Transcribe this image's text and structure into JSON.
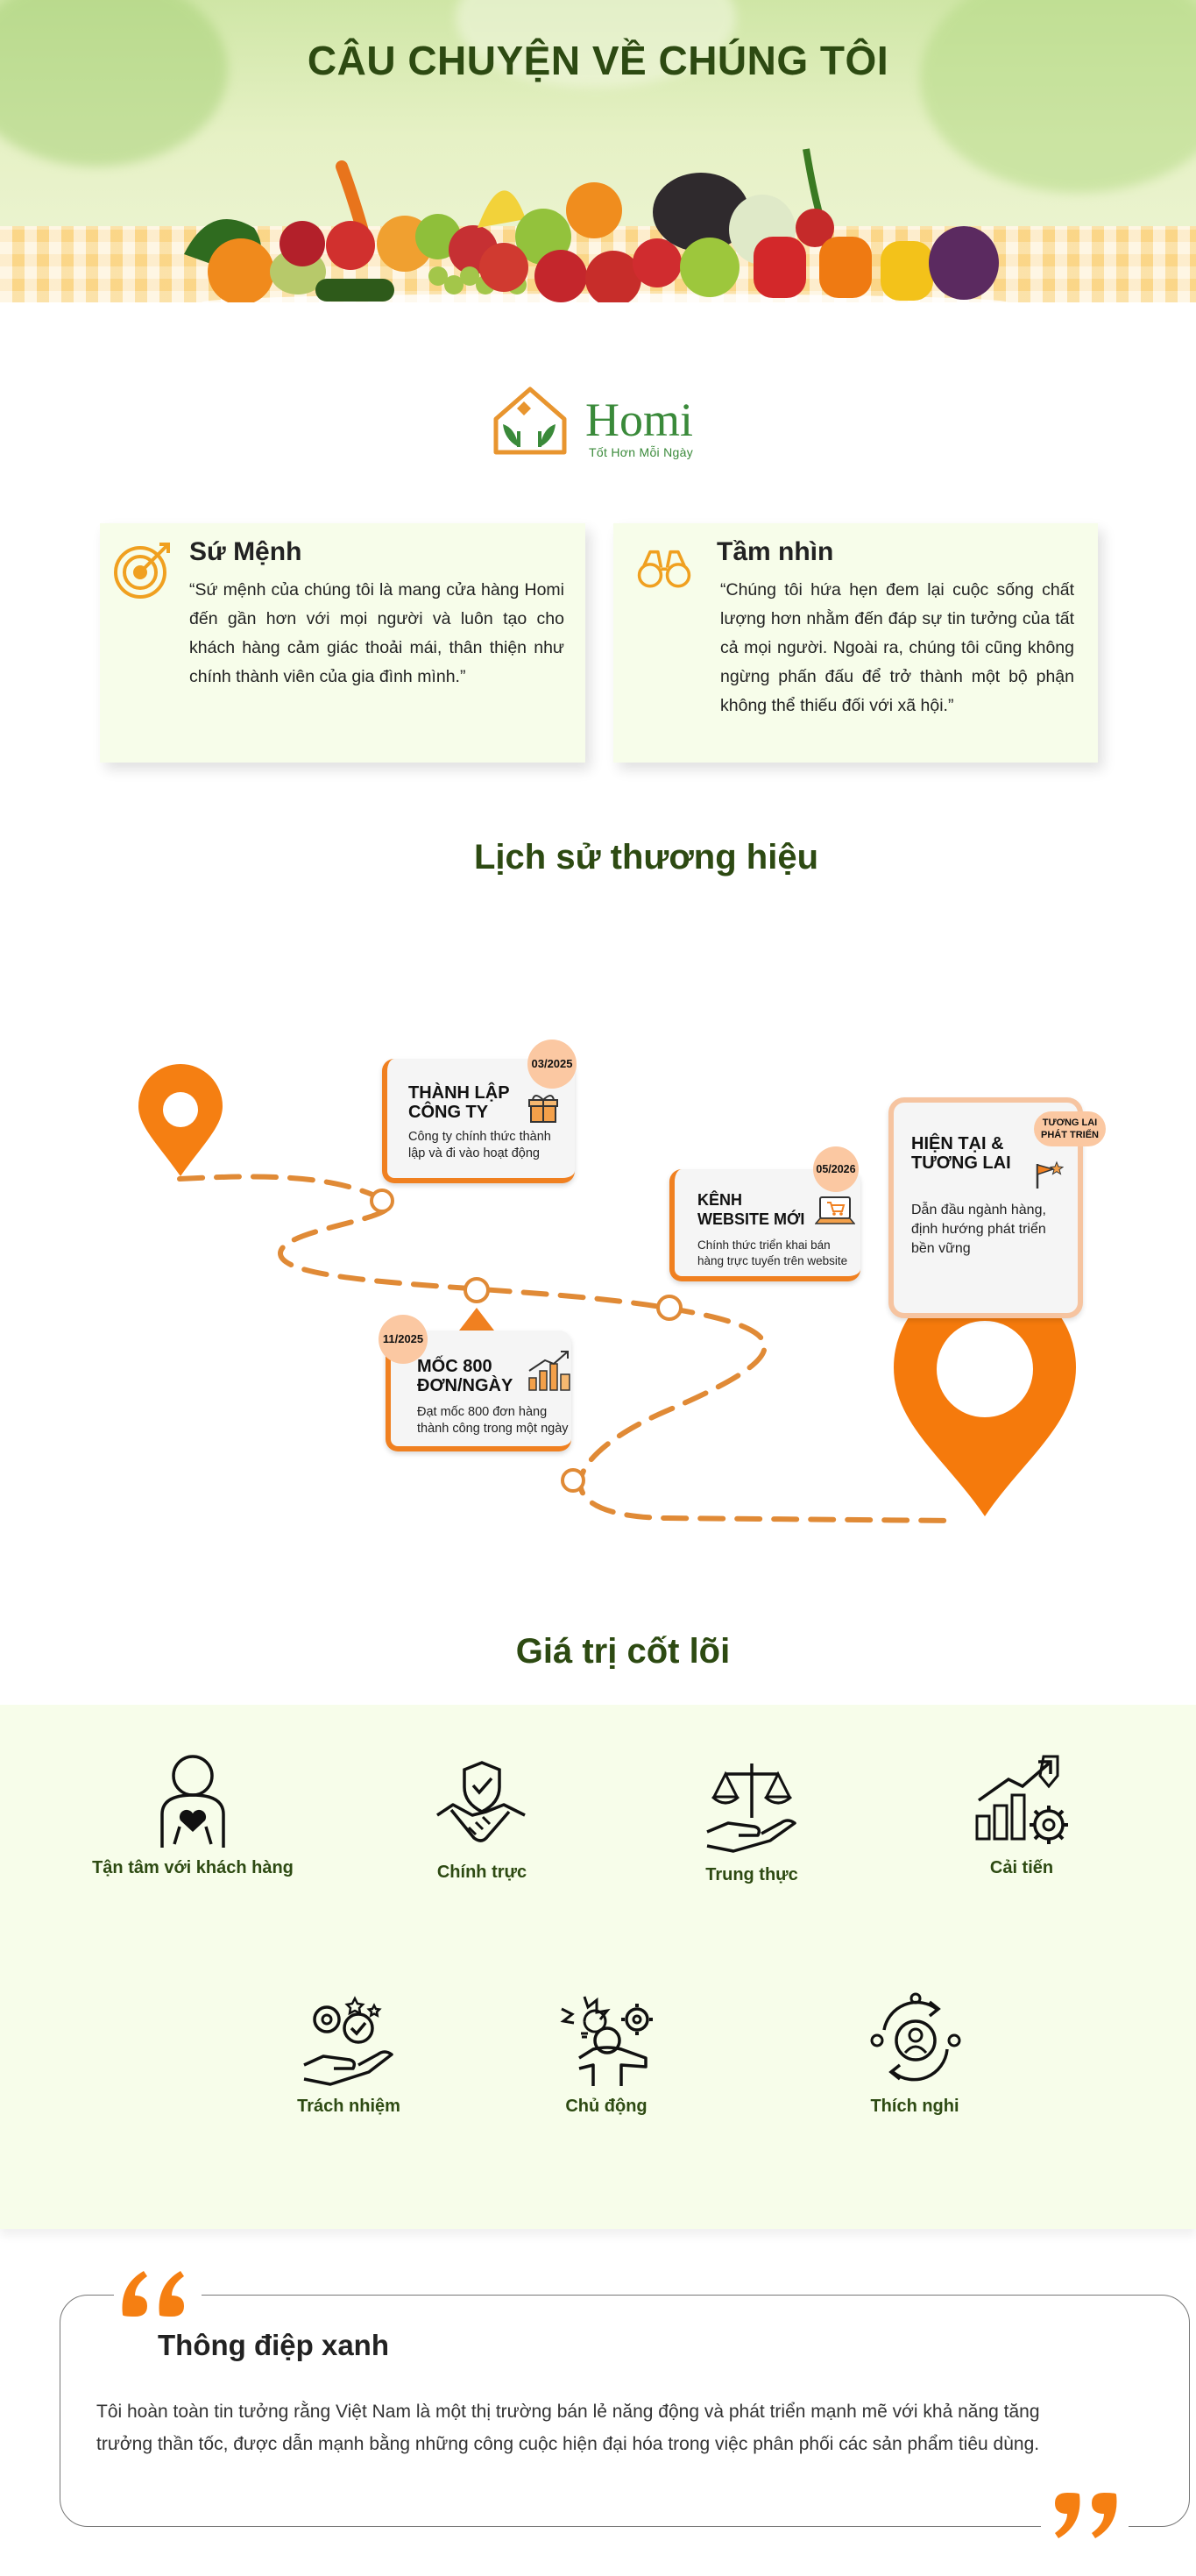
{
  "hero": {
    "title": "CÂU CHUYỆN VỀ CHÚNG TÔI"
  },
  "logo": {
    "name": "Homi",
    "tagline": "Tốt Hơn Mỗi Ngày"
  },
  "mission": {
    "title": "Sứ Mệnh",
    "text": "“Sứ mệnh của chúng tôi là mang cửa hàng Homi đến gần hơn với mọi người và luôn tạo cho khách hàng cảm giác thoải mái, thân thiện như chính thành viên của gia đình mình.”"
  },
  "vision": {
    "title": "Tầm nhìn",
    "text": "“Chúng tôi hứa hẹn đem lại cuộc sống chất lượng hơn nhằm đến đáp sự tin tưởng của tất cả mọi người. Ngoài ra, chúng tôi cũng không ngừng phấn đấu để trở thành một bộ phận không thể thiếu đối với xã hội.”"
  },
  "history": {
    "title": "Lịch sử thương hiệu",
    "milestones": [
      {
        "date": "03/2025",
        "title_line1": "THÀNH LẬP",
        "title_line2": "CÔNG TY",
        "desc_line1": "Công ty chính thức thành",
        "desc_line2": "lập và đi vào hoạt động"
      },
      {
        "date": "11/2025",
        "title_line1": "MỐC 800",
        "title_line2": "ĐƠN/NGÀY",
        "desc_line1": "Đạt mốc 800 đơn hàng",
        "desc_line2": "thành công trong một ngày"
      },
      {
        "date": "05/2026",
        "title_line1": "KÊNH",
        "title_line2": "WEBSITE MỚI",
        "desc_line1": "Chính thức triển khai bán",
        "desc_line2": "hàng trực tuyến trên website"
      },
      {
        "date_line1": "TƯƠNG LAI",
        "date_line2": "PHÁT TRIỂN",
        "title_line1": "HIỆN TẠI &",
        "title_line2": "TƯƠNG LAI",
        "desc_line1": "Dẫn đầu ngành hàng,",
        "desc_line2": "định hướng phát triển",
        "desc_line3": "bền vững"
      }
    ]
  },
  "values": {
    "title": "Giá trị cốt lõi",
    "items": [
      {
        "label": "Tận tâm với khách hàng",
        "icon": "heart-person-icon"
      },
      {
        "label": "Chính trực",
        "icon": "handshake-shield-icon"
      },
      {
        "label": "Trung thực",
        "icon": "scale-hand-icon"
      },
      {
        "label": "Cải tiến",
        "icon": "growth-gear-icon"
      },
      {
        "label": "Trách nhiệm",
        "icon": "hand-gears-icon"
      },
      {
        "label": "Chủ động",
        "icon": "idea-person-icon"
      },
      {
        "label": "Thích nghi",
        "icon": "adapt-cycle-icon"
      }
    ]
  },
  "message": {
    "title": "Thông điệp xanh",
    "text": "Tôi hoàn toàn tin tưởng rằng Việt Nam là một thị trường bán lẻ năng động và phát triển mạnh mẽ với khả năng tăng trưởng thần tốc, được dẫn mạnh bằng những công cuộc hiện đại hóa trong việc phân phối các sản phẩm tiêu dùng."
  },
  "colors": {
    "accent": "#f08020",
    "dark_green": "#2d4a12",
    "brand_green": "#3a8a3a",
    "card_bg": "#f7fdea"
  }
}
